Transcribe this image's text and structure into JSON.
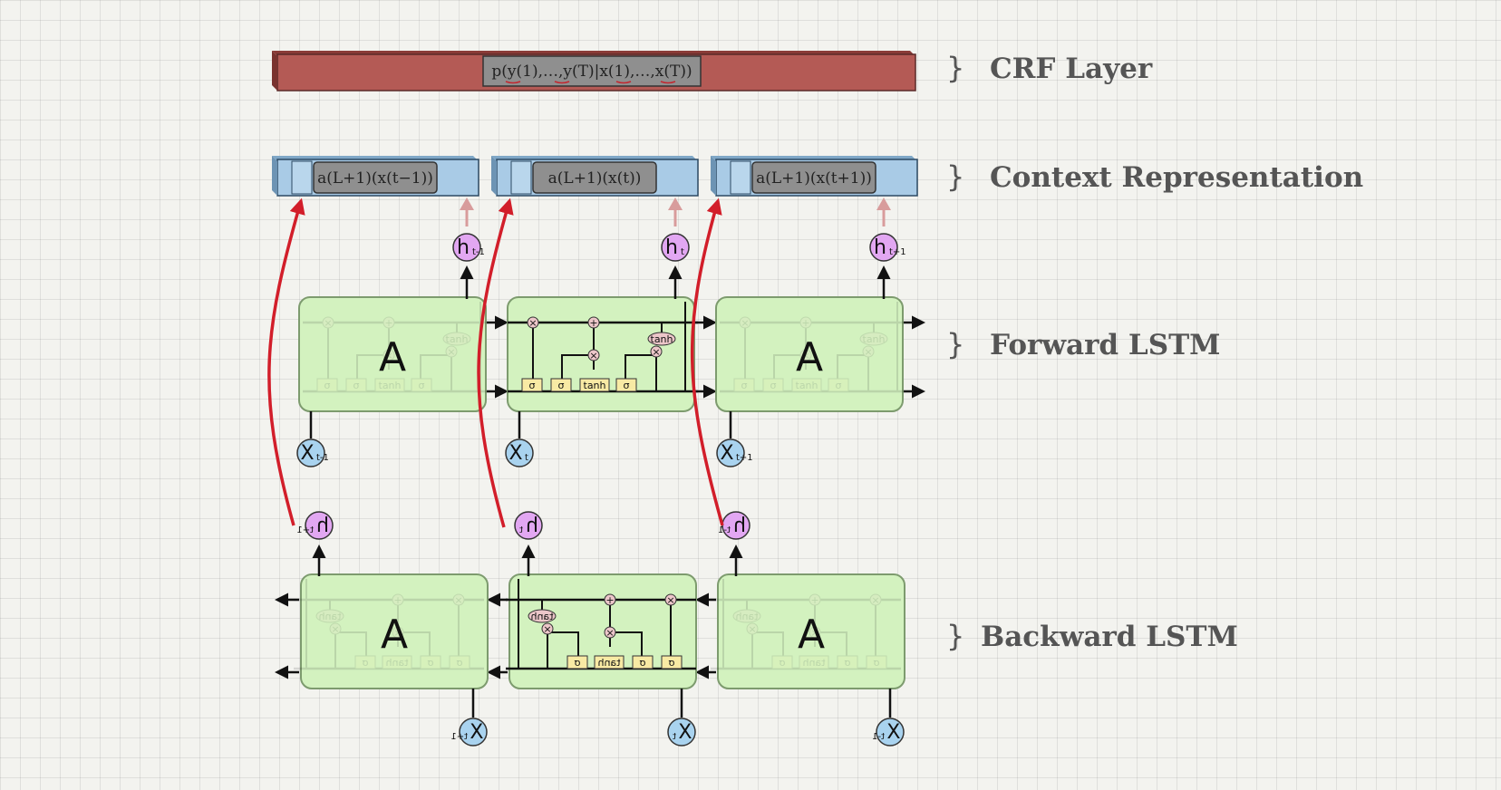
{
  "labels": {
    "brace": "}",
    "crf": "CRF Layer",
    "context": "Context Representation",
    "forward": "Forward LSTM",
    "backward": "Backward LSTM"
  },
  "crf_formula": "p(y(1),…,y(T)|x(1),…,x(T))",
  "context_formulas": [
    "a(L+1)(x(t−1))",
    "a(L+1)(x(t))",
    "a(L+1)(x(t+1))"
  ],
  "cell_label": "A",
  "gate_labels": {
    "sigma": "σ",
    "tanh": "tanh",
    "times": "×",
    "plus": "+"
  },
  "forward_hidden": [
    {
      "main": "h",
      "sub": "t-1"
    },
    {
      "main": "h",
      "sub": "t"
    },
    {
      "main": "h",
      "sub": "t+1"
    }
  ],
  "forward_inputs": [
    {
      "main": "X",
      "sub": "t-1"
    },
    {
      "main": "X",
      "sub": "t"
    },
    {
      "main": "X",
      "sub": "t+1"
    }
  ],
  "backward_hidden": [
    {
      "main": "h",
      "sub": "t+1"
    },
    {
      "main": "h",
      "sub": "t"
    },
    {
      "main": "h",
      "sub": "t-1"
    }
  ],
  "backward_inputs": [
    {
      "main": "X",
      "sub": "t+1"
    },
    {
      "main": "X",
      "sub": "t"
    },
    {
      "main": "X",
      "sub": "t-1"
    }
  ],
  "colors": {
    "crf_bar": "#b45a55",
    "context_bar": "#a9cbe6",
    "formula_box": "#8f8f8f",
    "cell_fill": "#d3f2bf",
    "cell_stroke": "#7d9b6e",
    "hidden_node": "#e2a7f2",
    "input_node": "#a9d3ef",
    "gate": "#f8eaa4",
    "op": "#ecc6c9",
    "red_arrow": "#d21e2a",
    "pink_arrow": "#d89c9c"
  }
}
